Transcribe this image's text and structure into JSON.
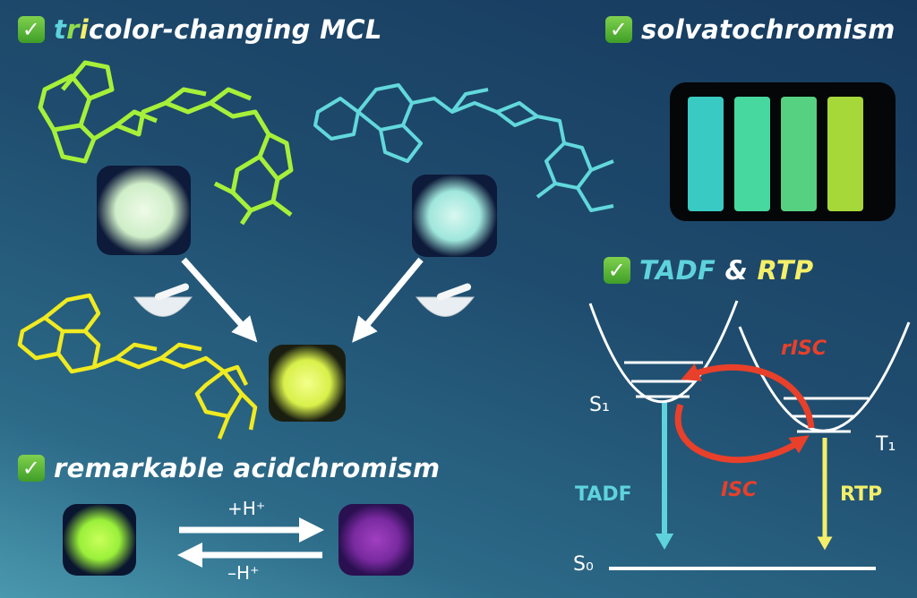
{
  "headings": {
    "mcl": {
      "tri_parts": [
        "t",
        "r",
        "i"
      ],
      "rest": "color-changing MCL"
    },
    "solvato": "solvatochromism",
    "tadf_rtp": {
      "tadf": "TADF",
      "amp": "&",
      "rtp": "RTP"
    },
    "acid": "remarkable acidchromism"
  },
  "acid_arrows": {
    "forward": "+H⁺",
    "reverse": "–H⁺"
  },
  "energy_diagram": {
    "s1": "S₁",
    "t1": "T₁",
    "s0": "S₀",
    "tadf": "TADF",
    "rtp": "RTP",
    "isc": "ISC",
    "risc": "rISC"
  },
  "colors": {
    "cyan": "#5fd3dc",
    "green": "#8fdc4c",
    "yellow": "#f4ef6a",
    "red": "#e8402a",
    "purple": "#8a3aa8"
  },
  "vials": [
    "#3fe0d8",
    "#4ff0b0",
    "#5fe890",
    "#b8f040"
  ]
}
